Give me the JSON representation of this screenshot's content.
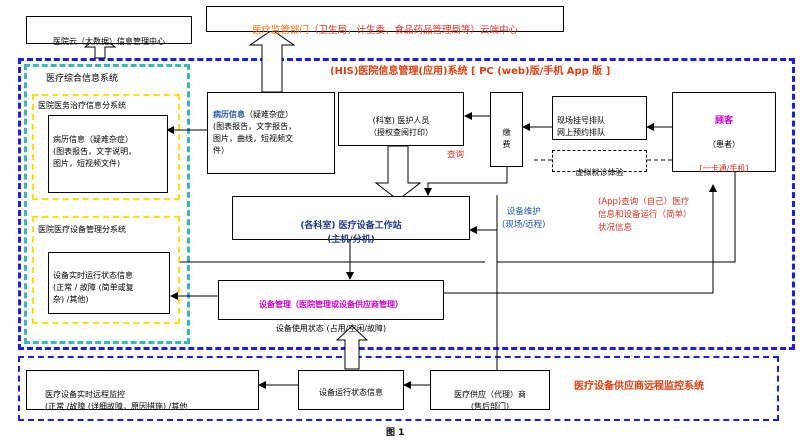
{
  "diagram": {
    "top": {
      "cloud": "医院云（大数据）信息管理中心",
      "regulator_prefix": "医疗监管部门",
      "regulator_suffix": "（卫生局，计生委，食品药品管理局等）云端中心"
    },
    "his": {
      "title": "(HIS)医院信息管理(应用)系统 [ PC (web)版/手机 App 版 ]",
      "medical_record_title": "病历信息",
      "medical_record_body": "（疑难杂症）\n(图表报告，文字报告，\n图片，曲线，短视频文\n件）",
      "staff": "(科室) 医护人员\n（授权查阅打印）",
      "payment": "缴\n费",
      "registration": "现场挂号排队\n网上预约排队",
      "customer_title": "顾客",
      "customer_sub": "（患者）",
      "customer_channel": "[一卡通/手机]",
      "virtual_visit": "虚拟就诊体验",
      "query_label": "查询",
      "workstation": "(各科室)  医疗设备工作站\n(主机/分机)",
      "maintenance_label": "设备维护\n(现场/远程)",
      "app_query_label": "(App)查询（自己）医疗\n信息和设备运行（简单）\n状况信息",
      "equipment_mgmt_title": "设备管理（医院管理或设备供应商管理）",
      "equipment_mgmt_body": "设备使用状态 (占用/空闲/故障)"
    },
    "left": {
      "integrated_title": "医疗综合信息系统",
      "treatment_title": "医院医务治疗信息分系统",
      "treatment_body": "病历信息（疑难杂症）\n(图表报告，文字说明，\n图片，短视频文件)",
      "device_title": "医院医疗设备管理分系统",
      "device_body": "设备实时运行状态信息\n(正常 / 故障 (简单或复\n杂) /其他)"
    },
    "bottom": {
      "title": "医疗设备供应商远程监控系统",
      "remote_monitor": "医疗设备实时远程监控\n(正常 /故障 (详细故障，原因措施) /其他",
      "operation_info": "设备运行状态信息",
      "supplier": "医疗供应（代理）商\n(售后部门)"
    },
    "caption": "图 1"
  },
  "colors": {
    "blue_dash": "#1a1aff",
    "teal_dash": "#33bbbb",
    "yellow_dash": "#ffe000",
    "red_text": "#e03020",
    "blue_text": "#1f58a8",
    "magenta_text": "#d000d0",
    "title_red": "#e04010",
    "orange": "#ff6a00"
  }
}
